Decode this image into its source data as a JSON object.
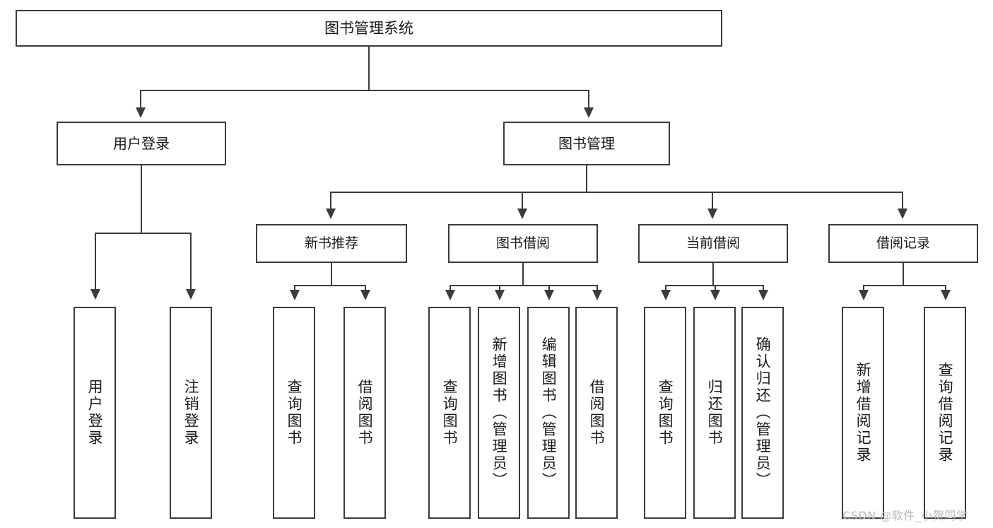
{
  "diagram": {
    "title": "图书管理系统",
    "type": "功能结构图",
    "watermark": "CSDN @软件_小贺同学",
    "colors": {
      "stroke": "#3b3b3b",
      "fill": "#ffffff",
      "text": "#1a1a1a",
      "watermark": "#b9b9b9"
    }
  },
  "nodes": {
    "root": {
      "label": "图书管理系统"
    },
    "level2": [
      {
        "id": "user-login",
        "label": "用户登录"
      },
      {
        "id": "book-manage",
        "label": "图书管理"
      }
    ],
    "level3": [
      {
        "id": "new-book-recommend",
        "label": "新书推荐"
      },
      {
        "id": "book-borrow",
        "label": "图书借阅"
      },
      {
        "id": "current-borrow",
        "label": "当前借阅"
      },
      {
        "id": "borrow-record",
        "label": "借阅记录"
      }
    ],
    "leaves": [
      {
        "id": "leaf-user-login",
        "label": "用户登录",
        "parent": "user-login"
      },
      {
        "id": "leaf-logout-login",
        "label": "注销登录",
        "parent": "user-login"
      },
      {
        "id": "leaf-query-book-1",
        "label": "查询图书",
        "parent": "new-book-recommend"
      },
      {
        "id": "leaf-borrow-book-1",
        "label": "借阅图书",
        "parent": "new-book-recommend"
      },
      {
        "id": "leaf-query-book-2",
        "label": "查询图书",
        "parent": "book-borrow"
      },
      {
        "id": "leaf-add-book",
        "label": "新增图书（管理员）",
        "parent": "book-borrow"
      },
      {
        "id": "leaf-edit-book",
        "label": "编辑图书（管理员）",
        "parent": "book-borrow"
      },
      {
        "id": "leaf-borrow-book-2",
        "label": "借阅图书",
        "parent": "book-borrow"
      },
      {
        "id": "leaf-query-book-3",
        "label": "查询图书",
        "parent": "current-borrow"
      },
      {
        "id": "leaf-return-book",
        "label": "归还图书",
        "parent": "current-borrow"
      },
      {
        "id": "leaf-confirm-return",
        "label": "确认归还（管理员）",
        "parent": "current-borrow"
      },
      {
        "id": "leaf-add-record",
        "label": "新增借阅记录",
        "parent": "borrow-record"
      },
      {
        "id": "leaf-query-record",
        "label": "查询借阅记录",
        "parent": "borrow-record"
      }
    ]
  }
}
